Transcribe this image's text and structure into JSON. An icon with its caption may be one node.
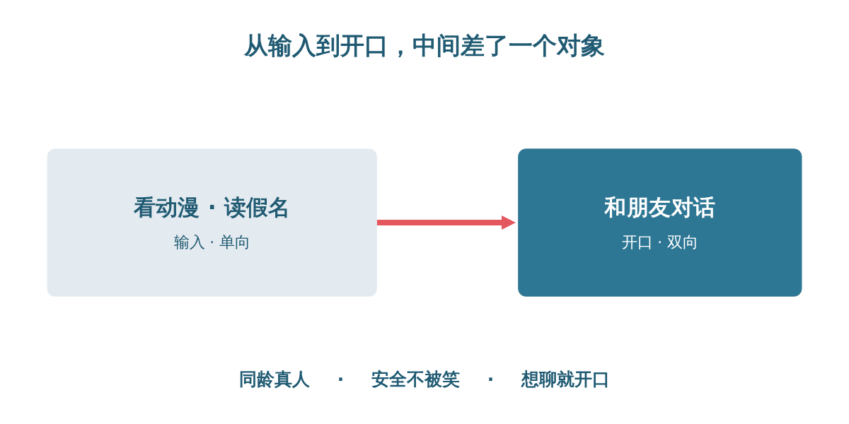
{
  "diagram": {
    "title": "从输入到开口，中间差了一个对象",
    "nodes": [
      {
        "text": [
          "看动漫 · 读假名",
          "输入 · 单向"
        ]
      },
      {
        "text": [
          "和朋友对话",
          "开口 · 双向"
        ]
      }
    ],
    "edges": [
      {
        "from": 0,
        "to": 1,
        "arrow": "to",
        "color": "#e5575f"
      }
    ],
    "labels": [
      "同龄真人 · 安全不被笑 · 想聊就开口"
    ]
  }
}
